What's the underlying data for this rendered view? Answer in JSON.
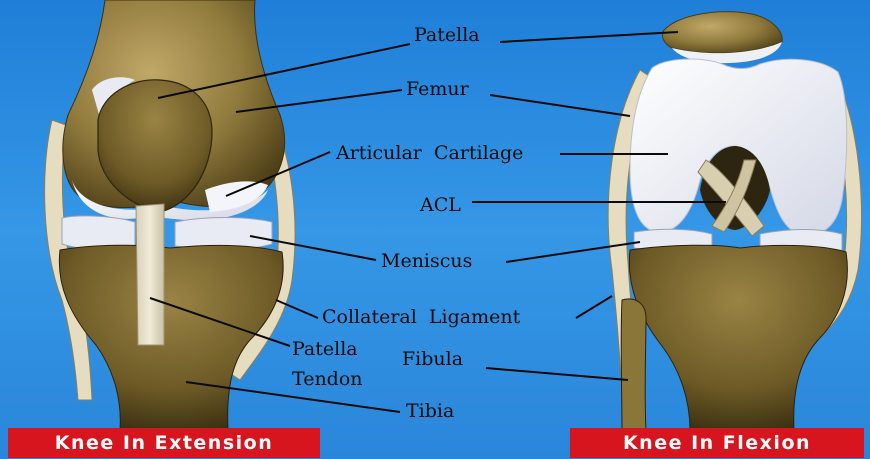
{
  "labels": {
    "patella": "Patella",
    "femur": "Femur",
    "articular_cartilage": "Articular  Cartilage",
    "acl": "ACL",
    "meniscus": "Meniscus",
    "collateral_ligament": "Collateral  Ligament",
    "patella_tendon_line1": "Patella",
    "patella_tendon_line2": "Tendon",
    "fibula": "Fibula",
    "tibia": "Tibia"
  },
  "captions": {
    "extension": "Knee In Extension",
    "flexion": "Knee In Flexion"
  },
  "colors": {
    "background_blue": "#2f8ee0",
    "bone": "#8a7438",
    "cartilage": "#eef0f6",
    "caption_red": "#d6151f"
  }
}
